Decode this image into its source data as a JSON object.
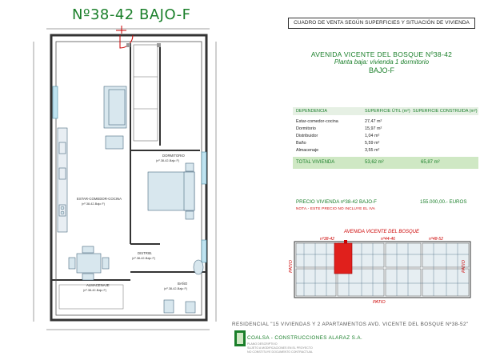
{
  "title": "Nº38-42  BAJO-F",
  "header_box": "CUADRO DE VENTA SEGÚN SUPERFICIES Y SITUACIÓN DE VIVIENDA",
  "heading": {
    "street": "AVENIDA VICENTE DEL BOSQUE Nº38-42",
    "subtitle": "Planta baja: vivienda 1 dormitorio",
    "unit": "BAJO-F"
  },
  "table": {
    "headers": [
      "DEPENDENCIA",
      "SUPERFICIE ÚTIL (m²)",
      "SUPERFICIE CONSTRUIDA (m²)"
    ],
    "rows": [
      {
        "name": "Estar-comedor-cocina",
        "value": "27,47 m²"
      },
      {
        "name": "Dormitorio",
        "value": "15,97 m²"
      },
      {
        "name": "Distribuidor",
        "value": "1,04 m²"
      },
      {
        "name": "Baño",
        "value": "5,59 m²"
      },
      {
        "name": "Almacenaje",
        "value": "3,55 m²"
      }
    ],
    "total": {
      "name": "TOTAL VIVIENDA",
      "util": "53,62 m²",
      "construida": "65,87 m²"
    }
  },
  "price": {
    "label": "PRECIO VIVIENDA nº38-42  BAJO-F",
    "value": "155.000,00.- EUROS"
  },
  "note": "NOTA.- ESTE PRECIO NO INCLUYE EL IVA",
  "site": {
    "street": "AVENIDA VICENTE DEL BOSQUE",
    "labels": [
      "nº38-42",
      "nº44-46",
      "nº48-52"
    ],
    "patio": "PATIO"
  },
  "rooms": {
    "estar": "ESTAR-COMEDOR-COCINA",
    "estar_sub": "(nº.38-42-Bajo F)",
    "dormitorio": "DORMITORIO",
    "dormitorio_sub": "(nº.38-42-Bajo F)",
    "distrib": "DISTRIB.",
    "distrib_sub": "(nº.38-42-Bajo F)",
    "almacenaje": "ALMACENAJE",
    "almacenaje_sub": "(nº.38-42-Bajo F)",
    "bano": "BAÑO",
    "bano_sub": "(nº.38-42-Bajo F)"
  },
  "footer": {
    "project": "RESIDENCIAL \"15 VIVIENDAS Y 2 APARTAMENTOS AVD. VICENTE DEL BOSQUE Nº38-52\"",
    "company": "COALSA - CONSTRUCCIONES ALARAZ S.A.",
    "small1": "PLANO DESCRIPTIVO",
    "small2": "SUJETO A MODIFICACIONES EN EL PROYECTO",
    "small3": "NO CONSTITUYE DOCUMENTO CONTRACTUAL"
  },
  "colors": {
    "brand_green": "#1a7f2a",
    "red": "#cc0000",
    "unit_highlight": "#e0201c"
  }
}
